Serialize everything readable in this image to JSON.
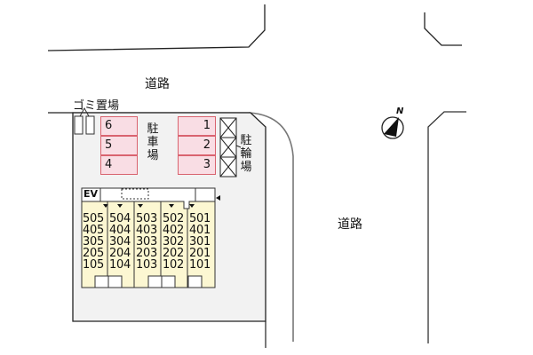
{
  "map": {
    "road_labels": [
      {
        "id": "road-north",
        "text": "道路"
      },
      {
        "id": "road-east",
        "text": "道路"
      }
    ],
    "garbage_area": {
      "label": "ゴミ置場"
    },
    "car_parking": {
      "label": "駐車場",
      "label_chars": [
        "駐",
        "車",
        "場"
      ],
      "left_stalls": [
        "6",
        "5",
        "4"
      ],
      "right_stalls": [
        "1",
        "2",
        "3"
      ]
    },
    "bicycle_parking": {
      "label": "駐輪場",
      "label_chars": [
        "駐",
        "輪",
        "場"
      ],
      "slots": 3
    },
    "compass": {
      "label": "N"
    },
    "building": {
      "elevator_label": "EV",
      "columns": [
        {
          "units": [
            "505",
            "405",
            "305",
            "205",
            "105"
          ]
        },
        {
          "units": [
            "504",
            "404",
            "304",
            "204",
            "104"
          ]
        },
        {
          "units": [
            "503",
            "403",
            "303",
            "203",
            "103"
          ]
        },
        {
          "units": [
            "502",
            "402",
            "302",
            "202",
            "102"
          ]
        },
        {
          "units": [
            "501",
            "401",
            "301",
            "201",
            "101"
          ]
        }
      ]
    },
    "colors": {
      "lot_fill": "#f2f2f2",
      "stall_fill": "#f9dde4",
      "stall_border": "#d9636f",
      "building_fill": "#fcf7d2",
      "line": "#222222",
      "road_edge_gray": "#777777"
    }
  }
}
